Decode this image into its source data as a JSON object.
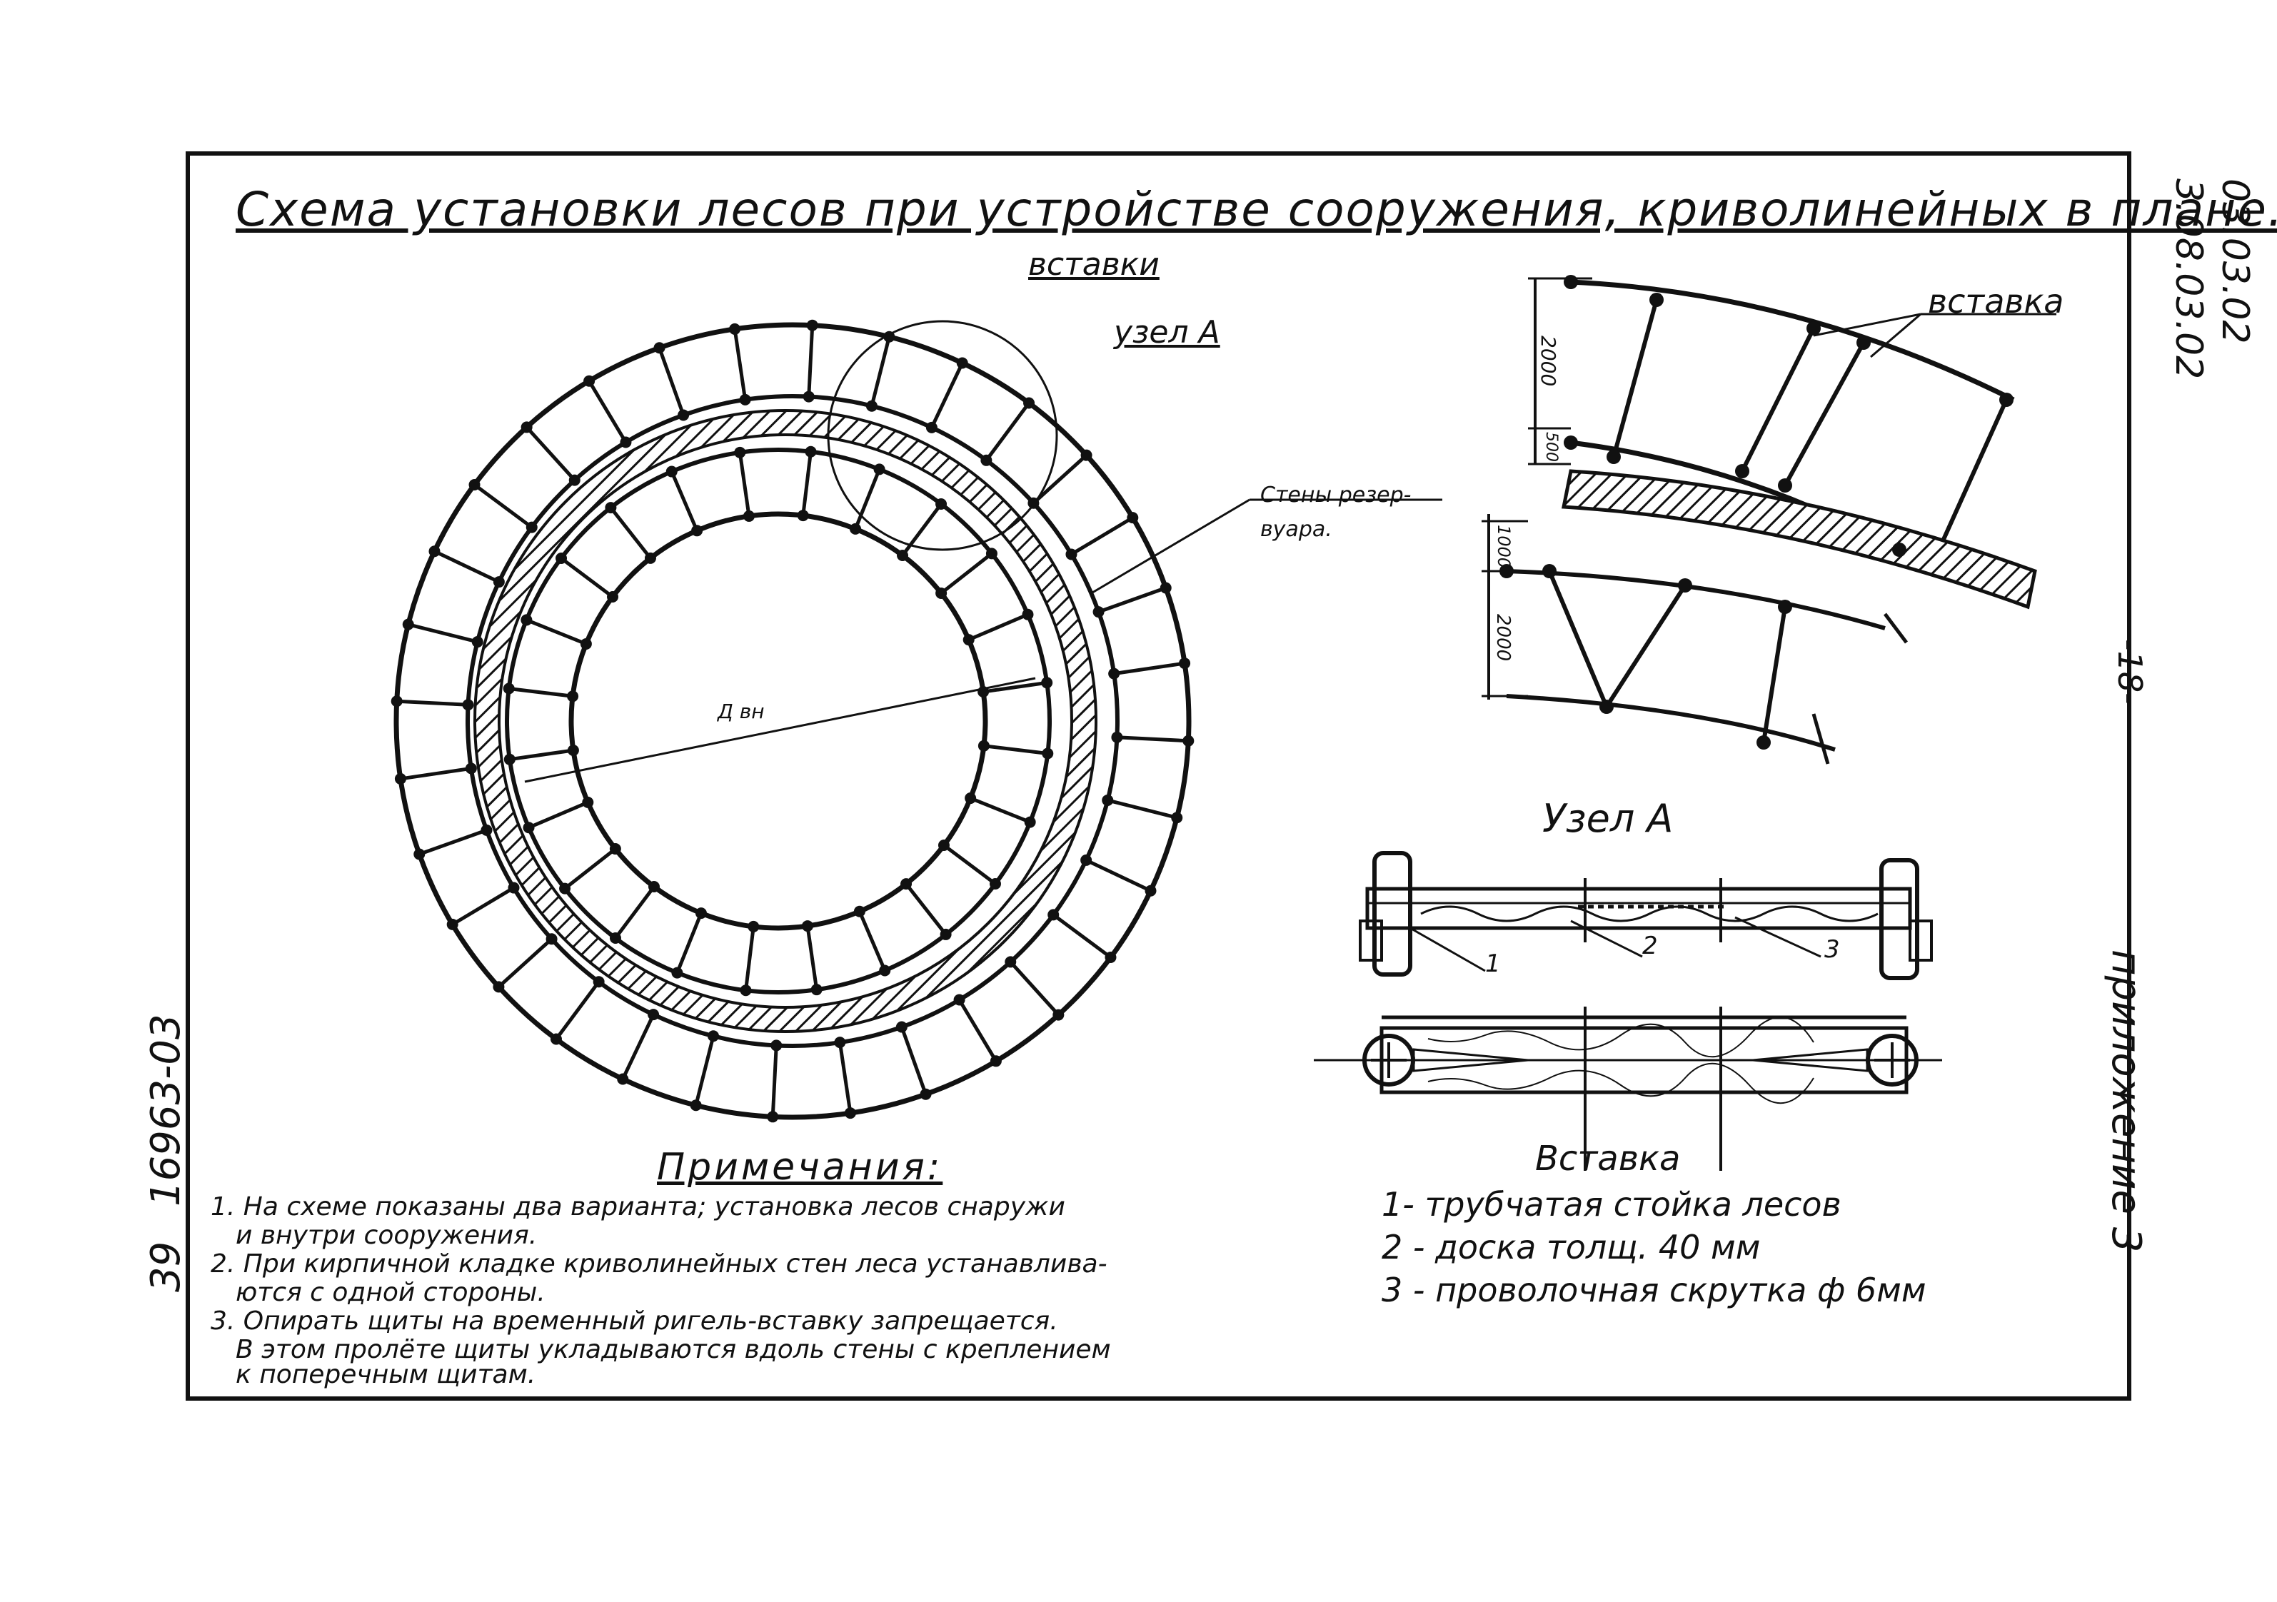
{
  "sheet": {
    "title": "Схема установки лесов при устройстве сооружения, криволинейных в плане.",
    "doc_code_1": "03.03.02",
    "doc_code_2": "3.08.03.02",
    "page_number": "-18-",
    "appendix": "приложение 3",
    "archive_no": "16963-03",
    "archive_sheet": "39"
  },
  "main_plan": {
    "label_inserts": "вставки",
    "label_node": "узел A",
    "label_walls": "Стены резер-\nвуара.",
    "diameter": "Д вн"
  },
  "detail_top": {
    "label_insert": "вставка",
    "dim_1": "2000",
    "dim_2": "500",
    "dim_3": "1000",
    "dim_4": "2000"
  },
  "node_detail": {
    "title": "Узел A",
    "caption": "Вставка",
    "callouts": [
      "1",
      "2",
      "3"
    ]
  },
  "notes": {
    "title": "Примечания:",
    "items": [
      "1. На схеме показаны два варианта; установка лесов снаружи",
      "и внутри сооружения.",
      "2. При кирпичной кладке криволинейных стен леса устанавлива-",
      "ются с одной стороны.",
      "3. Опирать щиты на временный ригель-вставку запрещается.",
      "В этом пролёте щиты укладываются вдоль стены с креплением",
      "к поперечным щитам."
    ]
  },
  "legend": {
    "items": [
      "1- трубчатая стойка лесов",
      "2 - доска толщ. 40 мм",
      "3 - проволочная скрутка ф 6мм"
    ]
  }
}
